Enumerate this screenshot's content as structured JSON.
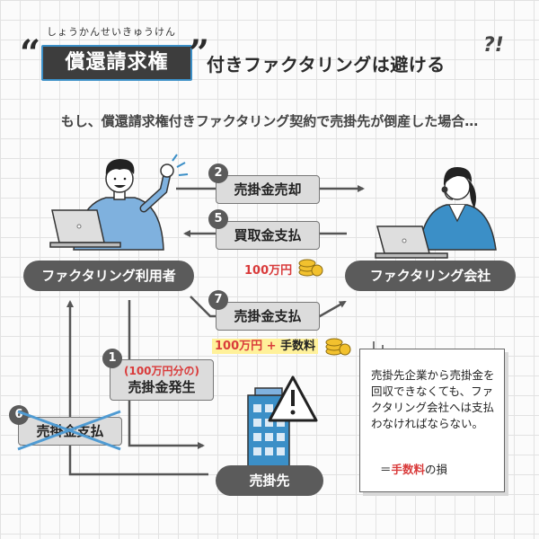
{
  "title": {
    "ruby": "しょうかんせいきゅうけん",
    "open_quote": "“",
    "highlight": "償還請求権",
    "close_quote": "”",
    "rest": "付きファクタリングは避ける",
    "mark": "?!"
  },
  "subtitle": "もし、償還請求権付きファクタリング契約で売掛先が倒産した場合…",
  "nodes": {
    "user": "ファクタリング利用者",
    "company": "ファクタリング会社",
    "debtor": "売掛先"
  },
  "steps": [
    {
      "num": "2",
      "label": "売掛金売却"
    },
    {
      "num": "5",
      "label": "買取金支払",
      "amount": "100万円"
    },
    {
      "num": "7",
      "label": "売掛金支払",
      "amount_prefix": "100万円 + ",
      "amount_fee": "手数料"
    },
    {
      "num": "1",
      "sublabel": "(100万円分の)",
      "label": "売掛金発生"
    },
    {
      "num": "6",
      "label": "売掛金支払"
    }
  ],
  "note": {
    "text": "売掛先企業から売掛金を回収できなくても、ファクタリング会社へは支払わなければならない。",
    "foot_prefix": "＝",
    "foot_em": "手数料",
    "foot_suffix": "の損"
  },
  "colors": {
    "pill": "#5b5b5b",
    "label_bg": "#dcdcdc",
    "accent_blue": "#3b8fc7",
    "money_red": "#d93b3b",
    "highlight_yellow": "#fff19a",
    "coin": "#f2c12e",
    "cross": "#4f9bd3"
  }
}
